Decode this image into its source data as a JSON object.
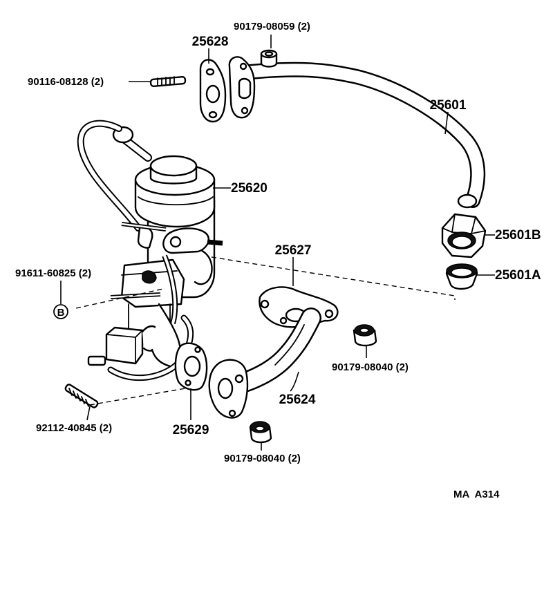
{
  "diagram": {
    "parts": {
      "p25628": "25628",
      "p90179_08059": "90179-08059 (2)",
      "p90116_08128": "90116-08128 (2)",
      "p25601": "25601",
      "p25620": "25620",
      "p25601B": "25601B",
      "p25627": "25627",
      "p25601A": "25601A",
      "p91611_60825": "91611-60825 (2)",
      "p90179_08040_a": "90179-08040 (2)",
      "p25624": "25624",
      "p92112_40845": "92112-40845 (2)",
      "p25629": "25629",
      "p90179_08040_b": "90179-08040 (2)"
    },
    "ref_marker": "B",
    "code": "MA  A314"
  }
}
